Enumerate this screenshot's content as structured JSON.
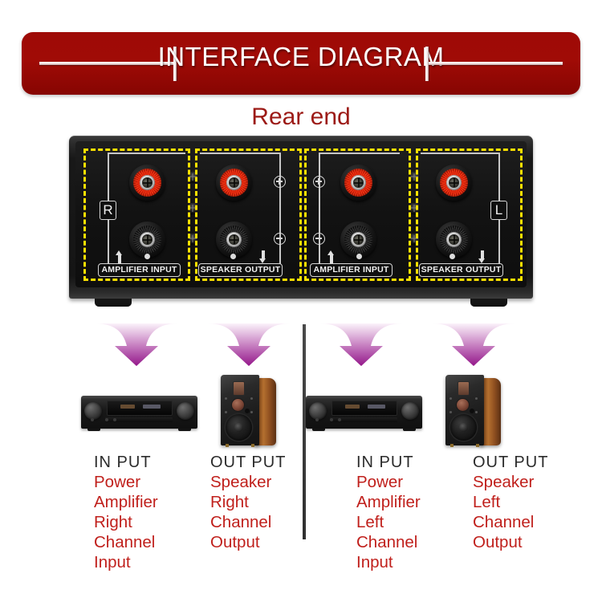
{
  "banner": {
    "title": "INTERFACE DIAGRAM",
    "background_color": "#9e0a06",
    "text_color": "#ffffff"
  },
  "subtitle": "Rear end",
  "subtitle_color": "#9c1a16",
  "device": {
    "highlight_color": "#ffe200",
    "channel_badges": [
      {
        "label": "R",
        "side": "left"
      },
      {
        "label": "L",
        "side": "right"
      }
    ],
    "sections": [
      {
        "id": "right-amplifier-input",
        "label": "AMPLIFIER  INPUT",
        "direction_icon": "arrow-up-icon",
        "polarity": [],
        "posts": [
          {
            "color": "#e02408",
            "name": "red-binding-post"
          },
          {
            "color": "#1b1b1b",
            "name": "black-binding-post"
          }
        ]
      },
      {
        "id": "right-speaker-output",
        "label": "SPEAKER OUTPUT",
        "direction_icon": "arrow-down-icon",
        "polarity": [
          "+",
          "-"
        ],
        "posts": [
          {
            "color": "#e02408",
            "name": "red-binding-post"
          },
          {
            "color": "#1b1b1b",
            "name": "black-binding-post"
          }
        ]
      },
      {
        "id": "left-amplifier-input",
        "label": "AMPLIFIER  INPUT",
        "direction_icon": "arrow-up-icon",
        "polarity": [
          "+",
          "-"
        ],
        "posts": [
          {
            "color": "#e02408",
            "name": "red-binding-post"
          },
          {
            "color": "#1b1b1b",
            "name": "black-binding-post"
          }
        ]
      },
      {
        "id": "left-speaker-output",
        "label": "SPEAKER OUTPUT",
        "direction_icon": "arrow-down-icon",
        "polarity": [],
        "posts": [
          {
            "color": "#e02408",
            "name": "red-binding-post"
          },
          {
            "color": "#1b1b1b",
            "name": "black-binding-post"
          }
        ]
      }
    ]
  },
  "flow_arrow_color_top": "#f2dff0",
  "flow_arrow_color_bottom": "#9c1f93",
  "captions": [
    {
      "id": "input-right",
      "heading": "IN PUT",
      "lines": [
        "Power",
        "Amplifier",
        "Right",
        "Channel",
        "Input"
      ],
      "equipment": "power-amplifier"
    },
    {
      "id": "output-right",
      "heading": "OUT PUT",
      "lines": [
        "Speaker",
        "Right",
        "Channel",
        "Output"
      ],
      "equipment": "speaker"
    },
    {
      "id": "input-left",
      "heading": "IN PUT",
      "lines": [
        "Power",
        "Amplifier",
        "Left",
        "Channel",
        "Input"
      ],
      "equipment": "power-amplifier"
    },
    {
      "id": "output-left",
      "heading": "OUT PUT",
      "lines": [
        "Speaker",
        "Left",
        "Channel",
        "Output"
      ],
      "equipment": "speaker"
    }
  ],
  "caption_heading_color": "#2b2b2b",
  "caption_line_color": "#c0201c"
}
